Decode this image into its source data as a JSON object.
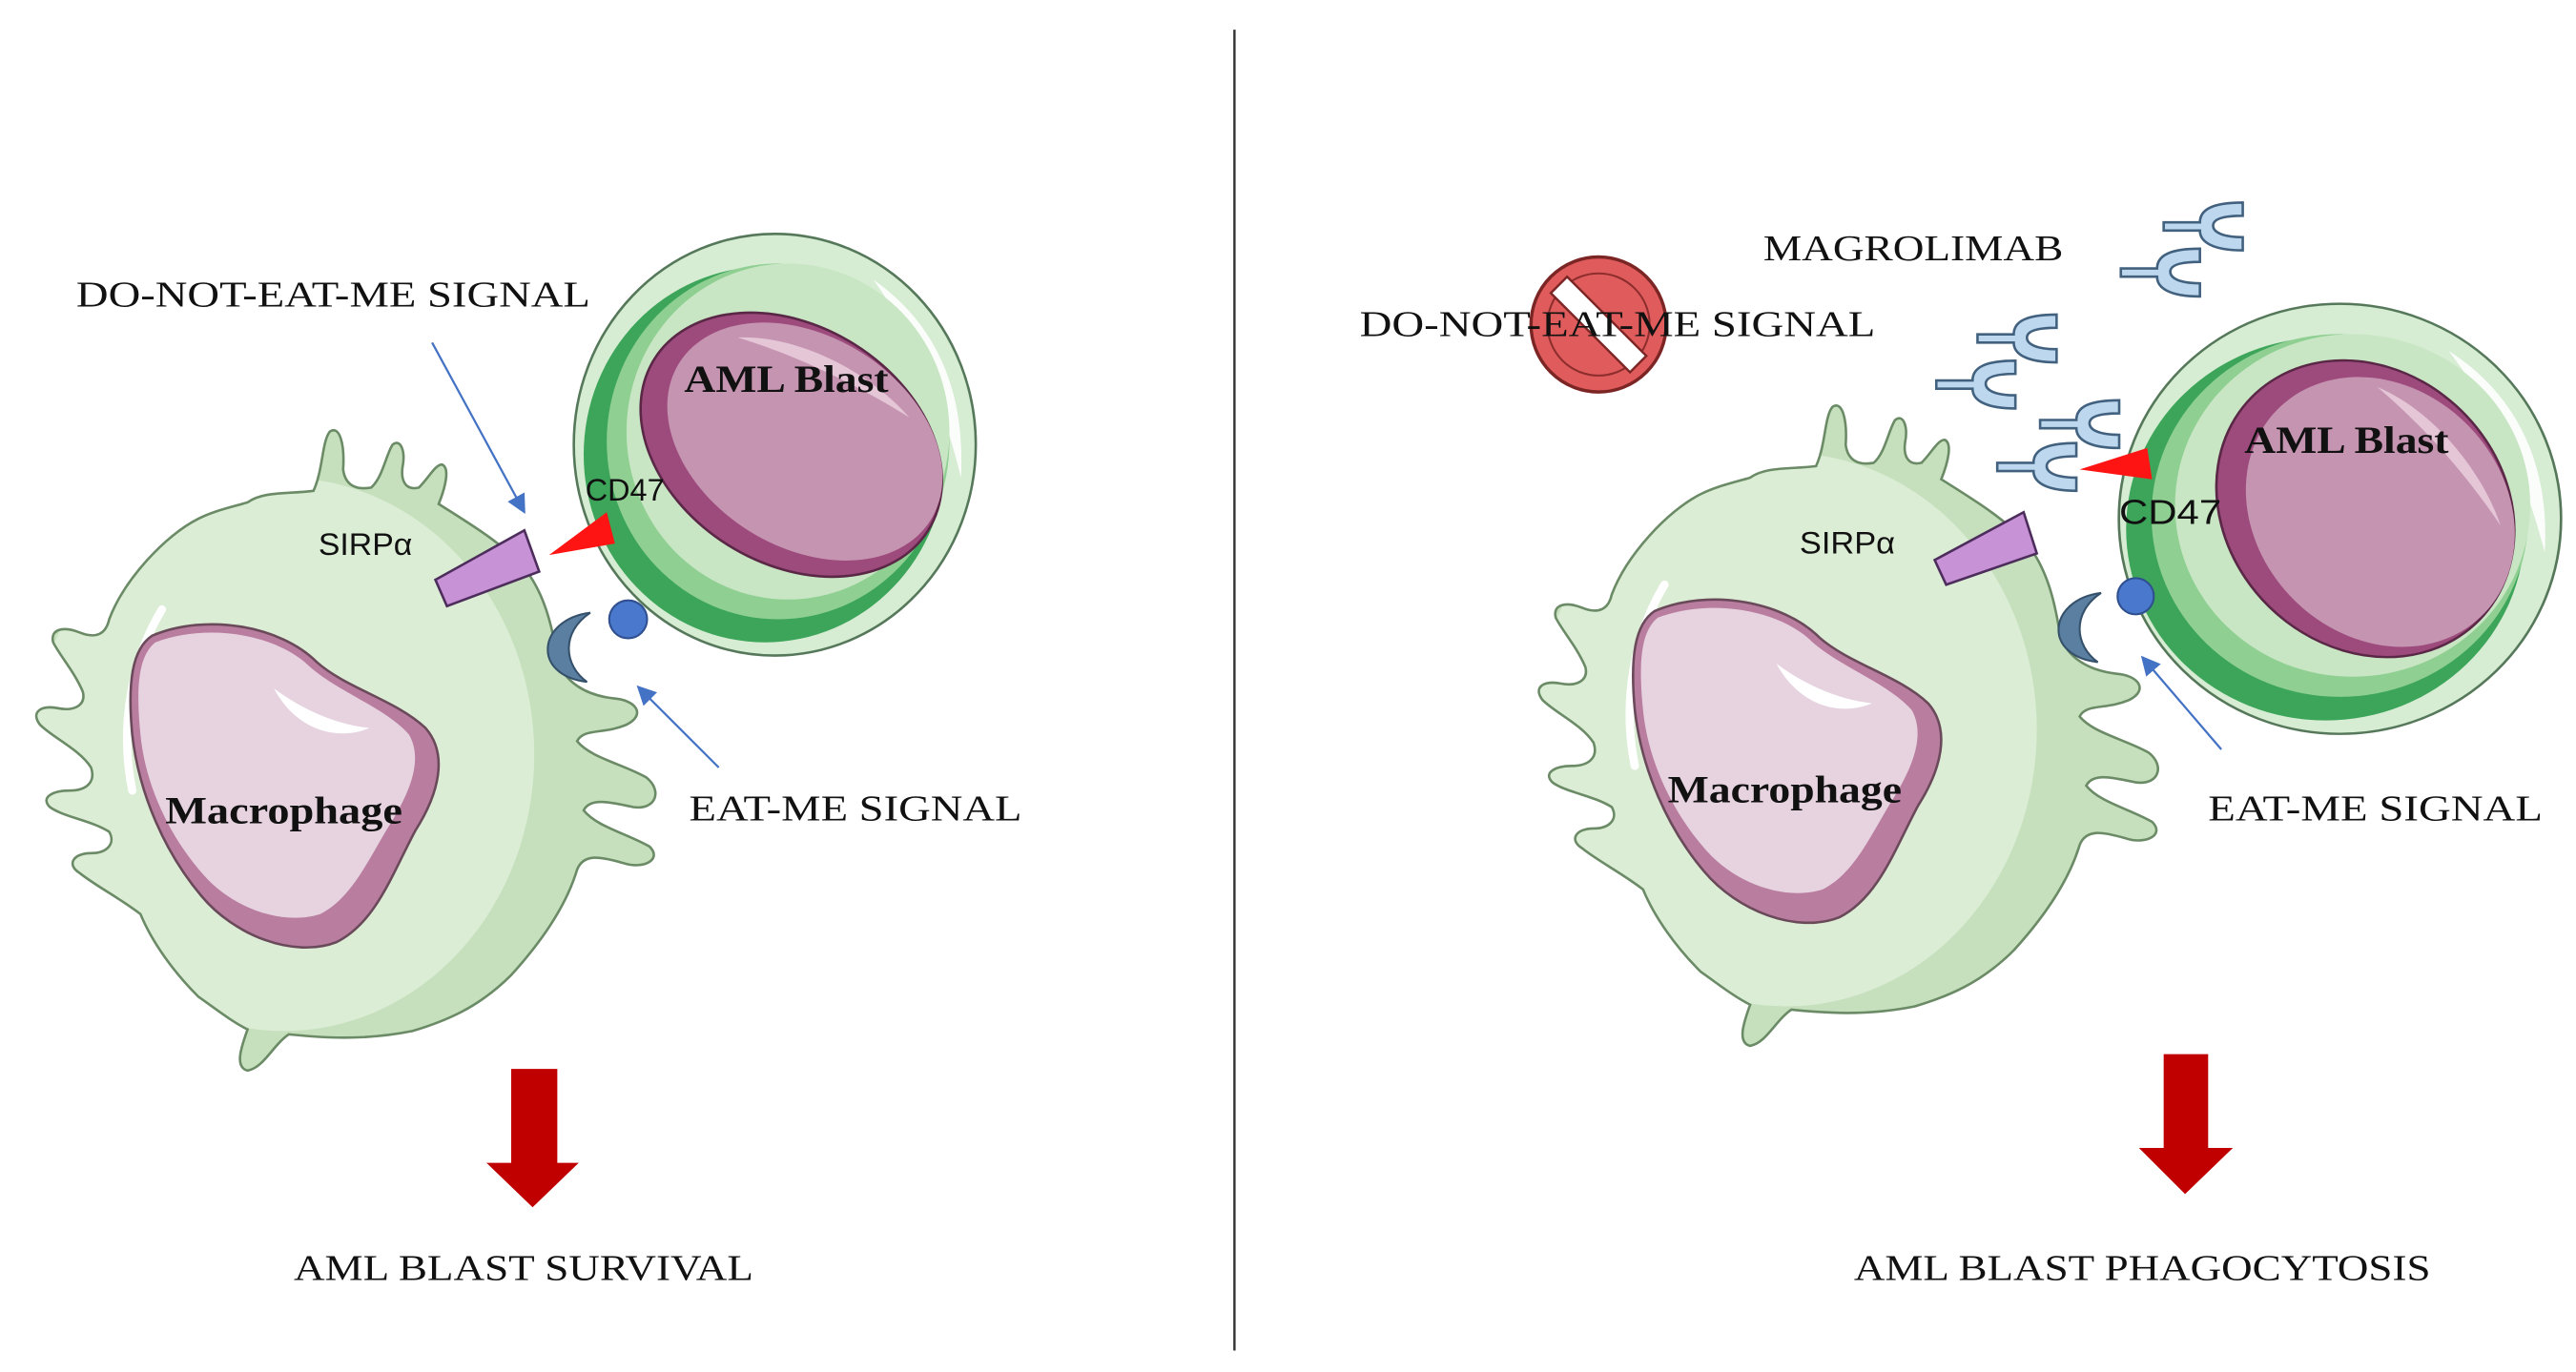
{
  "left_panel": {
    "do_not_eat_me_label": "DO-NOT-EAT-ME SIGNAL",
    "blast_label": "AML Blast",
    "cd47_label": "CD47",
    "sirpa_label": "SIRPα",
    "macrophage_label": "Macrophage",
    "eat_me_label": "EAT-ME SIGNAL",
    "outcome_label": "AML BLAST SURVIVAL"
  },
  "right_panel": {
    "drug_label": "MAGROLIMAB",
    "do_not_eat_me_label": "DO-NOT-EAT-ME SIGNAL",
    "blast_label": "AML Blast",
    "cd47_label": "CD47",
    "sirpa_label": "SIRPα",
    "macrophage_label": "Macrophage",
    "eat_me_label": "EAT-ME SIGNAL",
    "outcome_label": "AML BLAST PHAGOCYTOSIS"
  },
  "icons": {
    "blocked_signal": "prohibition-icon",
    "drug": "antibody-icon",
    "outcome": "down-arrow-icon",
    "pointer": "arrow-icon"
  },
  "colors": {
    "macrophage_body": "#c6e0bd",
    "macrophage_cytoplasm": "#dcedd5",
    "macrophage_nucleus": "#e6d3df",
    "macrophage_nucleus_shade": "#b97d9f",
    "blast_outer": "#d6ecd3",
    "blast_membrane": "#3ca55a",
    "blast_cytoplasm": "#c8e6c4",
    "blast_nucleus": "#c594b1",
    "blast_nucleus_rim": "#9d4a7c",
    "sirpa": "#c792d6",
    "cd47": "#ff1414",
    "eat_me_ligand": "#4a78cc",
    "eat_me_receptor": "#5b7fa0",
    "pointer_arrow": "#4472c4",
    "outcome_arrow": "#c00000",
    "antibody": "#bdd7ee",
    "prohibition": "#e05c5c",
    "divider": "#333333"
  }
}
